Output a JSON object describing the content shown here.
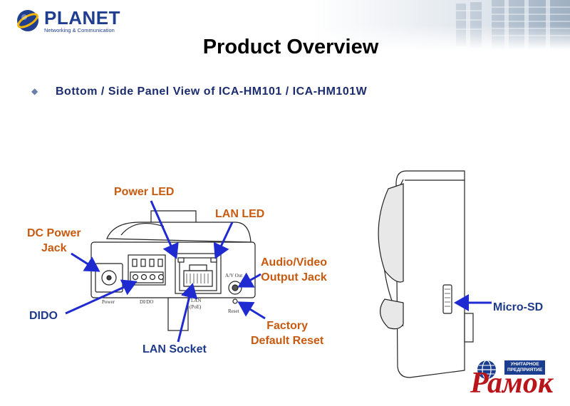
{
  "header": {
    "logo_text": "PLANET",
    "logo_tagline": "Networking & Communication"
  },
  "slide": {
    "title": "Product Overview",
    "subtitle": "Bottom / Side Panel View of ICA-HM101 / ICA-HM101W"
  },
  "callouts": {
    "power_led": "Power LED",
    "lan_led": "LAN LED",
    "dc_power_line1": "DC Power",
    "dc_power_line2": "Jack",
    "audio_video_line1": "Audio/Video",
    "audio_video_line2": "Output Jack",
    "dido": "DIDO",
    "lan_socket": "LAN Socket",
    "factory_reset_line1": "Factory",
    "factory_reset_line2": "Default Reset",
    "micro_sd": "Micro-SD"
  },
  "camera_printed_labels": {
    "power": "Power",
    "dido": "DI/DO",
    "lan": "LAN",
    "poe": "(PoE)",
    "av_out": "A/V Out",
    "reset": "Reset"
  },
  "watermark": {
    "small_line1": "УНИТАРНОЕ",
    "small_line2": "ПРЕДПРИЯТИЕ",
    "big_text": "Рамок"
  },
  "colors": {
    "title": "#000000",
    "subtitle": "#1c2d6e",
    "callout_orange": "#c85a0f",
    "callout_blue": "#1e3a8a",
    "arrow": "#1f2bd1",
    "brand_blue": "#1f3e8f",
    "watermark_red": "#b8161b"
  }
}
